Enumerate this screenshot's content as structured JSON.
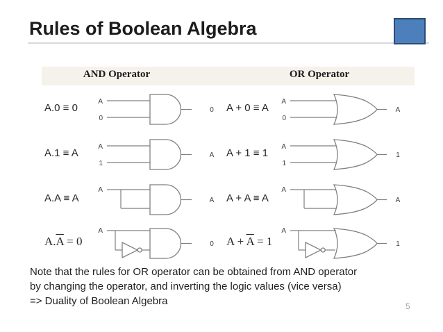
{
  "slide": {
    "title": "Rules of Boolean Algebra",
    "page_number": "5",
    "colors": {
      "accent_square": "#4D7FBC",
      "accent_square_border": "#2B4C72",
      "title_text": "#1C1C1C",
      "header_band_bg": "#F5F2EC",
      "gate_stroke": "#7F7F7F"
    }
  },
  "table": {
    "and_header": "AND Operator",
    "or_header": "OR Operator",
    "rows": [
      {
        "and": {
          "equation": "A.0 ≡ 0",
          "gate": "AND",
          "input1": "A",
          "input2": "0",
          "output": "0"
        },
        "or": {
          "equation": "A + 0 ≡ A",
          "gate": "OR",
          "input1": "A",
          "input2": "0",
          "output": "A"
        }
      },
      {
        "and": {
          "equation": "A.1 ≡ A",
          "gate": "AND",
          "input1": "A",
          "input2": "1",
          "output": "A"
        },
        "or": {
          "equation": "A + 1 ≡ 1",
          "gate": "OR",
          "input1": "A",
          "input2": "1",
          "output": "1"
        }
      },
      {
        "and": {
          "equation": "A.A ≡ A",
          "gate": "AND",
          "input1": "A",
          "inputs_tied": true,
          "output": "A"
        },
        "or": {
          "equation": "A + A ≡ A",
          "gate": "OR",
          "input1": "A",
          "inputs_tied": true,
          "output": "A"
        }
      },
      {
        "and": {
          "eq_pre": "A.",
          "eq_bar": "A",
          "eq_post": " = 0",
          "gate": "AND",
          "input1": "A",
          "inputs_tied": true,
          "inverter": true,
          "output": "0"
        },
        "or": {
          "eq_pre": "A + ",
          "eq_bar": "A",
          "eq_post": " = 1",
          "gate": "OR",
          "input1": "A",
          "inputs_tied": true,
          "inverter": true,
          "output": "1"
        }
      }
    ]
  },
  "note": {
    "line1": "Note that the rules for OR operator can be obtained from AND operator",
    "line2": "by changing the operator, and inverting the logic values (vice versa)",
    "line3": "=> Duality of Boolean Algebra"
  }
}
